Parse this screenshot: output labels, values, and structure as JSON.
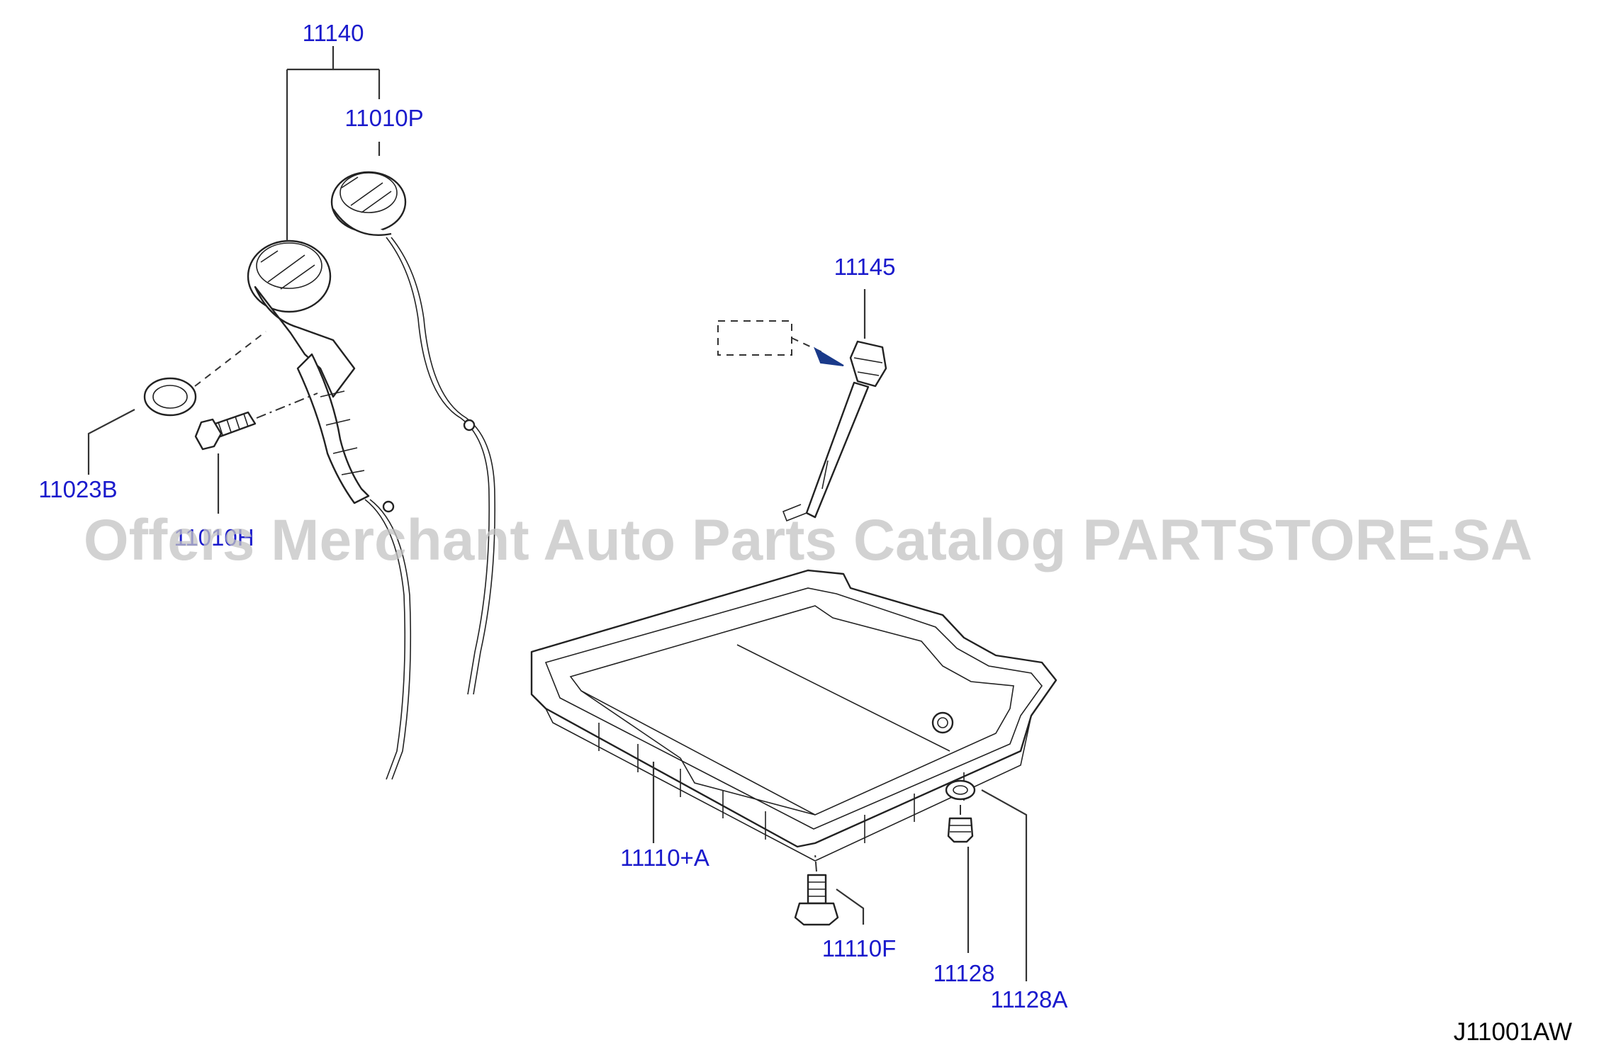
{
  "labels": {
    "p11140": "11140",
    "p11010P": "11010P",
    "p11023B": "11023B",
    "p11010H": "11010H",
    "p11145": "11145",
    "p11110A": "11110+A",
    "p11110F": "11110F",
    "p11128": "11128",
    "p11128A": "11128A"
  },
  "diagram_code": "J11001AW",
  "watermark": "Offers Merchant Auto Parts Catalog PARTSTORE.SA",
  "colors": {
    "label": "#1a1acc",
    "line": "#333333",
    "watermark": "#c4c4c4",
    "arrow": "#1a3a8a"
  }
}
